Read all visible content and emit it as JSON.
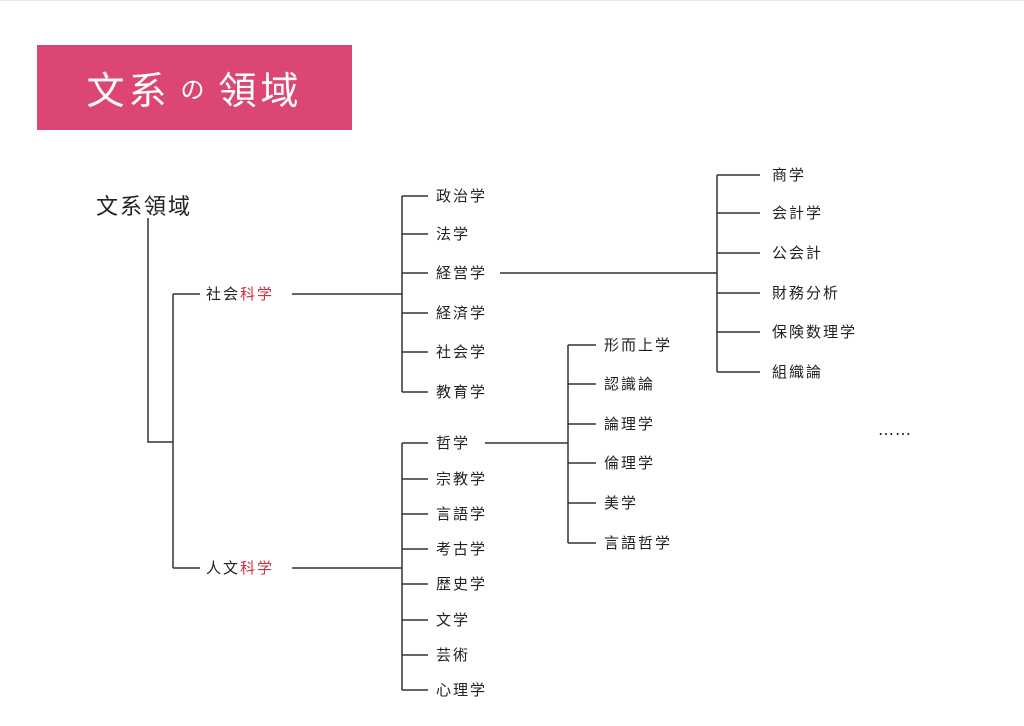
{
  "banner": {
    "part1": "文系",
    "particle": "の",
    "part2": "領域",
    "color": "#dc4674"
  },
  "root": "文系領域",
  "social": {
    "label_plain": "社会",
    "label_accent": "科学",
    "children": [
      "政治学",
      "法学",
      "経営学",
      "経済学",
      "社会学",
      "教育学"
    ],
    "business_children": [
      "商学",
      "会計学",
      "公会計",
      "財務分析",
      "保険数理学",
      "組織論"
    ]
  },
  "humanities": {
    "label_plain": "人文",
    "label_accent": "科学",
    "children": [
      "哲学",
      "宗教学",
      "言語学",
      "考古学",
      "歴史学",
      "文学",
      "芸術",
      "心理学"
    ],
    "philosophy_children": [
      "形而上学",
      "認識論",
      "論理学",
      "倫理学",
      "美学",
      "言語哲学"
    ]
  },
  "ellipsis": "……",
  "accent_color": "#c8323c"
}
